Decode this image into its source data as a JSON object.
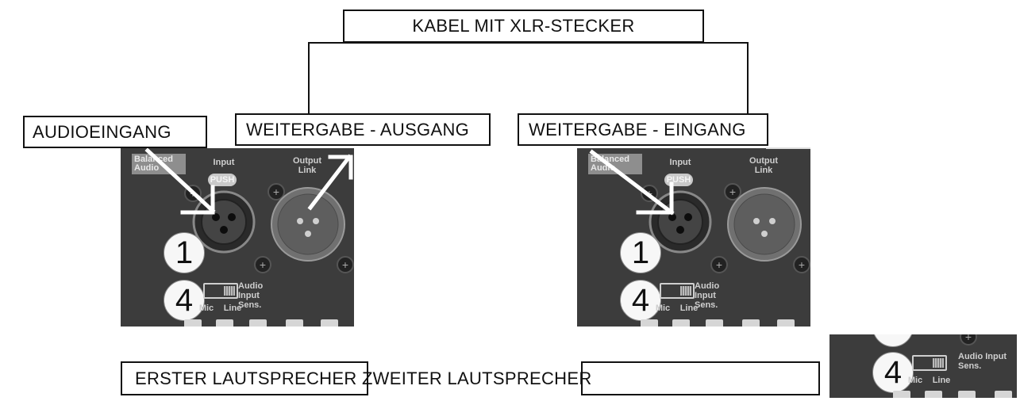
{
  "cable_label": "KABEL MIT XLR-STECKER",
  "audio_input_label": "AUDIOEINGANG",
  "link_output_label": "WEITERGABE - AUSGANG",
  "link_input_label": "WEITERGABE - EINGANG",
  "bottom_label": "ERSTER LAUTSPRECHER ZWEITER LAUTSPRECHER",
  "panel": {
    "balanced_audio": "Balanced Audio",
    "input": "Input",
    "push": "PUSH",
    "output_link": "Output Link",
    "audio_input_sens": "Audio Input Sens.",
    "mic": "Mic",
    "line": "Line",
    "num_1": "1",
    "num_4": "4"
  }
}
